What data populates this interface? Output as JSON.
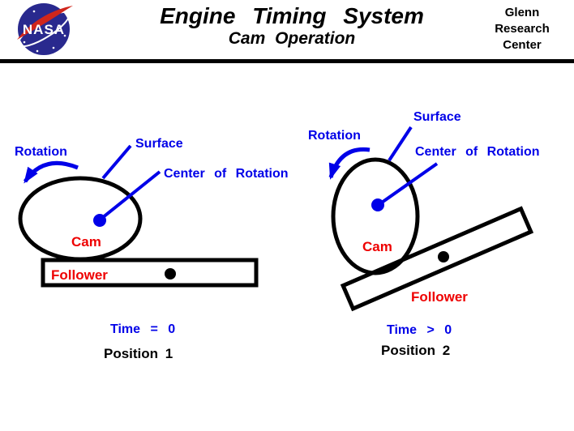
{
  "header": {
    "logo_text": "NASA",
    "title": "Engine Timing System",
    "subtitle": "Cam Operation",
    "org_line1": "Glenn",
    "org_line2": "Research",
    "org_line3": "Center"
  },
  "colors": {
    "label_blue": "#0000E8",
    "label_red": "#EE0000",
    "outline_black": "#000000",
    "nasa_circle_blue": "#29298E",
    "nasa_swoosh_red": "#D0261C"
  },
  "left_diagram": {
    "rotation_label": "Rotation",
    "surface_label": "Surface",
    "center_of_rotation_label": "Center of Rotation",
    "cam_label": "Cam",
    "follower_label": "Follower",
    "time_label": "Time = 0",
    "position_label": "Position 1"
  },
  "right_diagram": {
    "rotation_label": "Rotation",
    "surface_label": "Surface",
    "center_of_rotation_label": "Center of Rotation",
    "cam_label": "Cam",
    "follower_label": "Follower",
    "time_label": "Time > 0",
    "position_label": "Position 2"
  }
}
